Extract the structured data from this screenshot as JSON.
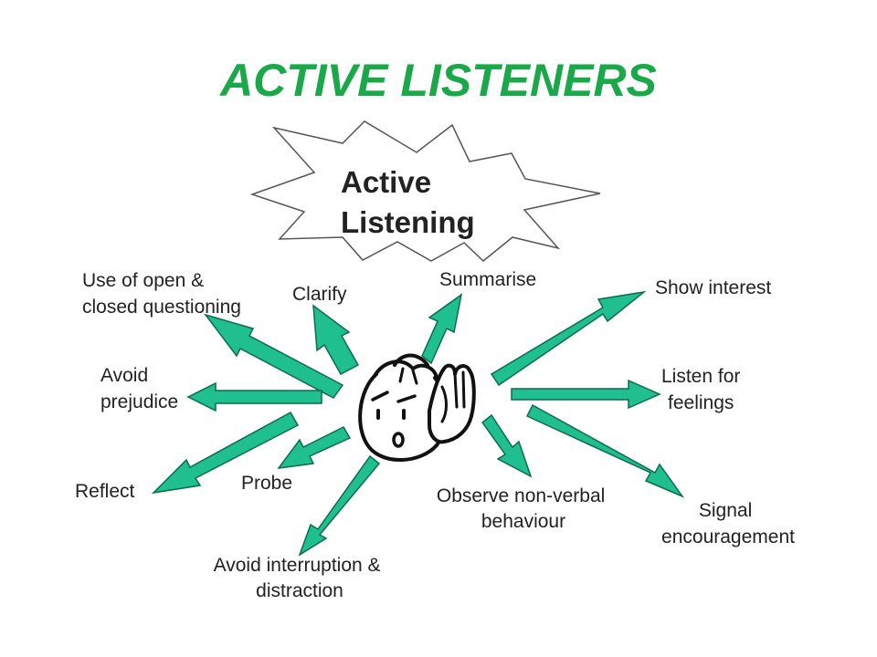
{
  "title": "ACTIVE LISTENERS",
  "center": {
    "line1": "Active",
    "line2": "Listening"
  },
  "labels": {
    "open_closed": [
      "Use of open &",
      "closed questioning"
    ],
    "clarify": [
      "Clarify"
    ],
    "summarise": [
      "Summarise"
    ],
    "show_interest": [
      "Show interest"
    ],
    "avoid_prejudice": [
      "Avoid",
      "prejudice"
    ],
    "listen_feelings": [
      "Listen for",
      "feelings"
    ],
    "reflect": [
      "Reflect"
    ],
    "probe": [
      "Probe"
    ],
    "observe": [
      "Observe non-verbal",
      "behaviour"
    ],
    "signal": [
      "Signal",
      "encouragement"
    ],
    "avoid_interruption": [
      "Avoid interruption &",
      "distraction"
    ]
  },
  "colors": {
    "title": "#1aa84a",
    "arrow_fill": "#1fbf8f",
    "arrow_stroke": "#0d6b4e",
    "text": "#222222"
  },
  "icons": {
    "center_figure": "listening-face-icon",
    "burst": "starburst-icon"
  }
}
